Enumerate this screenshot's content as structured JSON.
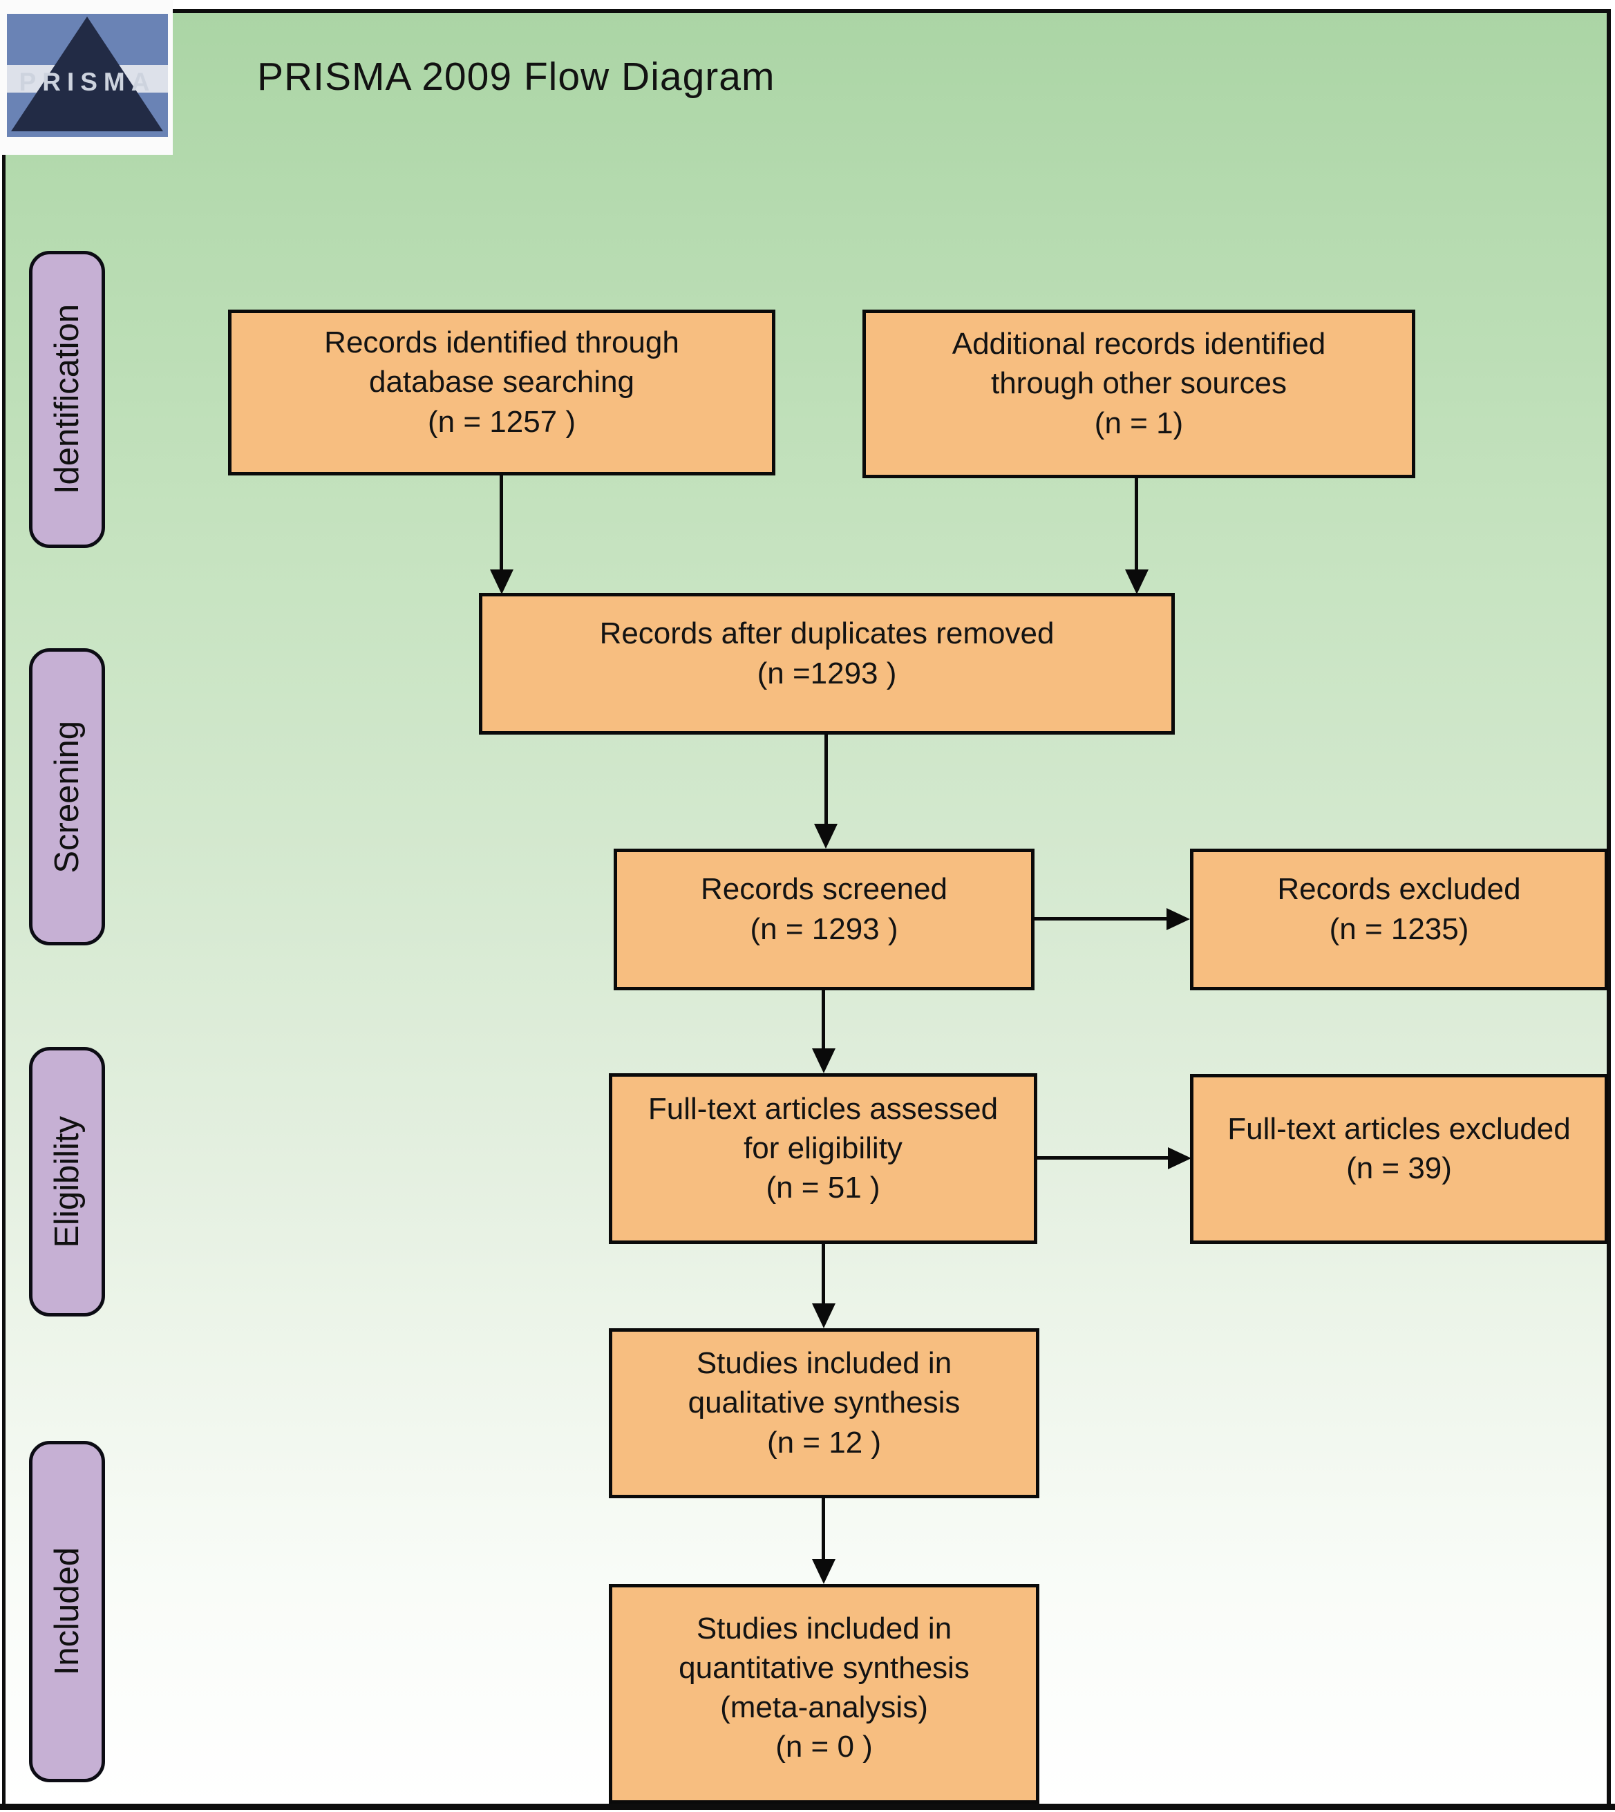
{
  "header": {
    "title": "PRISMA 2009 Flow Diagram"
  },
  "logo": {
    "text": "PRISMA"
  },
  "stages": {
    "identification": "Identification",
    "screening": "Screening",
    "eligibility": "Eligibility",
    "included": "Included"
  },
  "boxes": {
    "identified": {
      "lines": [
        "Records identified through",
        "database searching",
        "(n = 1257 )"
      ]
    },
    "additional": {
      "lines": [
        "Additional records identified",
        "through other sources",
        "(n = 1)"
      ]
    },
    "deduplicated": {
      "lines": [
        "Records after duplicates removed",
        "(n =1293 )"
      ]
    },
    "screened": {
      "lines": [
        "Records screened",
        "(n = 1293 )"
      ]
    },
    "records_excluded": {
      "lines": [
        "Records excluded",
        "(n = 1235)"
      ]
    },
    "fulltext_assessed": {
      "lines": [
        "Full-text articles assessed",
        "for eligibility",
        "(n = 51 )"
      ]
    },
    "fulltext_excluded": {
      "lines": [
        "Full-text articles excluded",
        "(n = 39)"
      ]
    },
    "qualitative": {
      "lines": [
        "Studies included in",
        "qualitative synthesis",
        "(n = 12 )"
      ]
    },
    "quantitative": {
      "lines": [
        "Studies included in",
        "quantitative synthesis",
        "(meta-analysis)",
        "(n = 0 )"
      ]
    }
  },
  "colors": {
    "flow_box_fill": "#f7be80",
    "stage_fill": "#c6b0d4",
    "background_green_top": "#abd5a5",
    "background_bottom": "#ffffff",
    "frame_border": "#0d0d0d",
    "logo_blue": "#6a83b5",
    "logo_pyramid": "#222b45",
    "text": "#131313"
  }
}
